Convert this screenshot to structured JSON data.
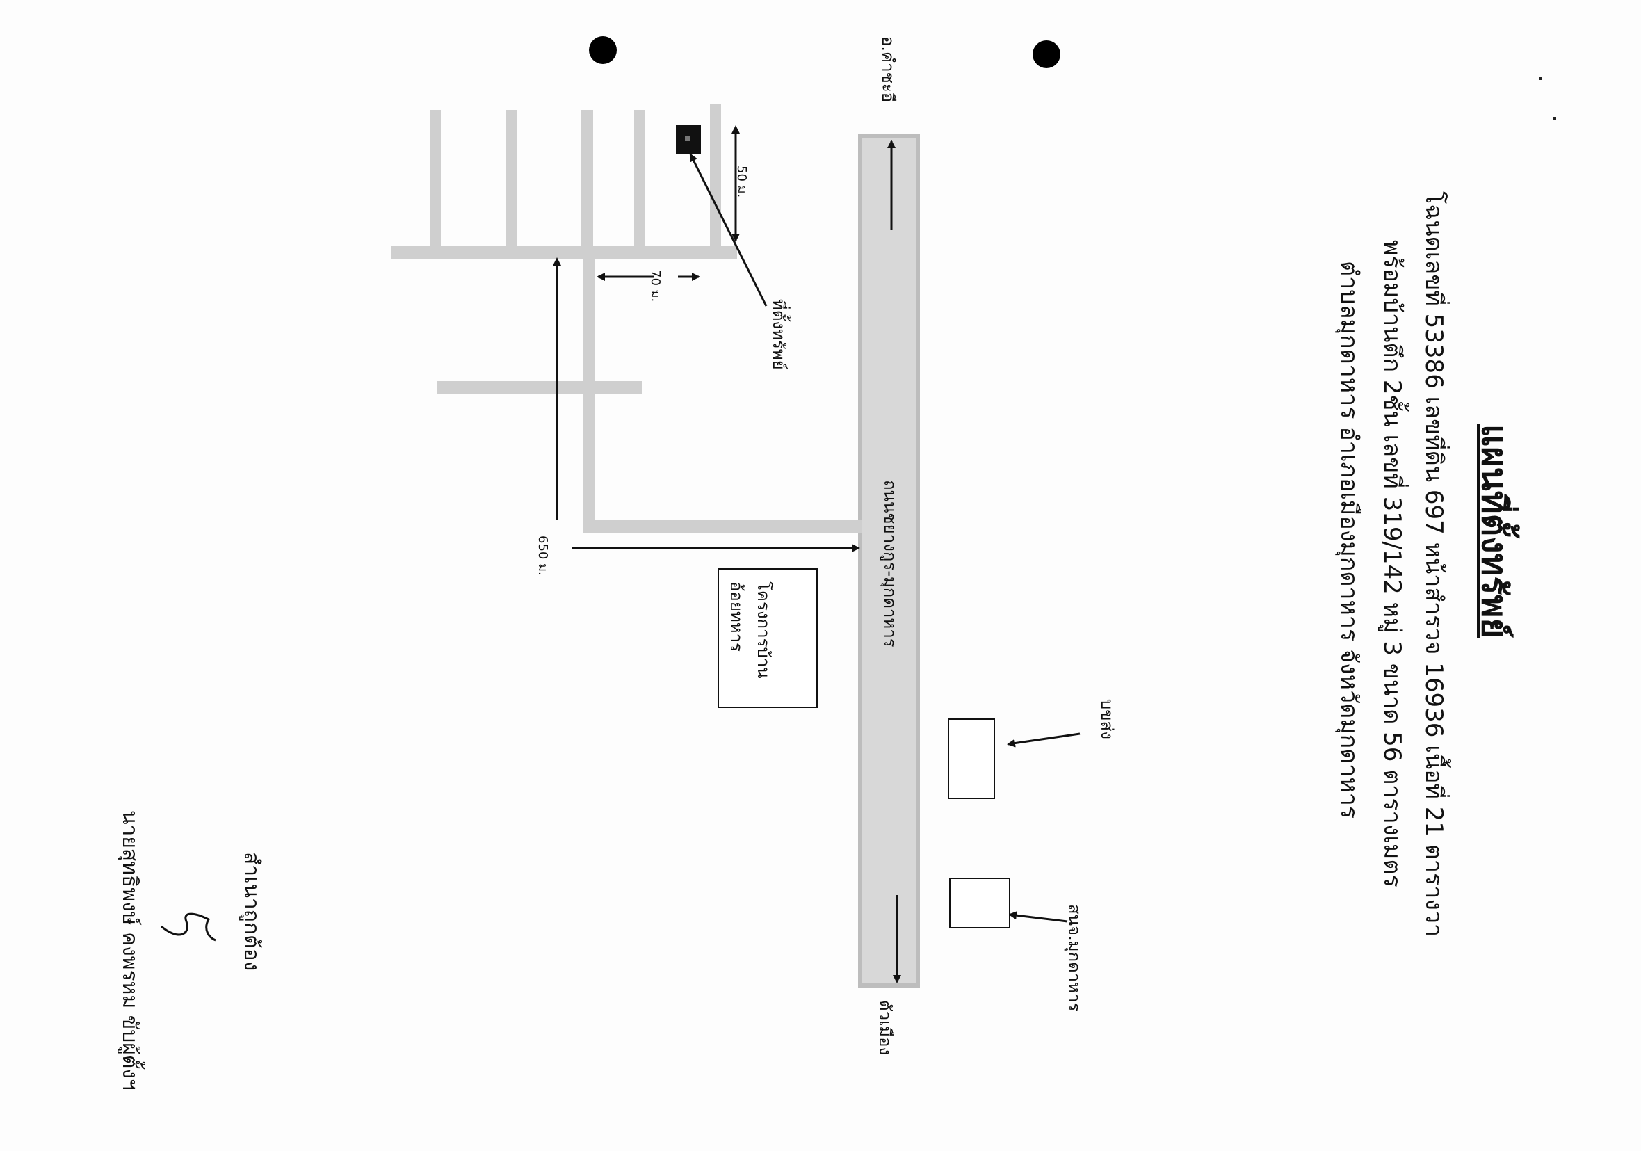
{
  "header": {
    "title": "แผนที่ตั้งทรัพย์",
    "line1": "โฉนดเลขที่ 53386  เลขที่ดิน 697  หน้าสำรวจ 16936 เนื้อที่ 21 ตารางวา",
    "line2": "พร้อมบ้านตึก 2ชั้น เลขที่ 319/142 หมู่ 3 ขนาด 56 ตารางเมตร",
    "line3": "ตำบลมุกดาหาร  อำเภอเมืองมุกดาหาร  จังหวัดมุกดาหาร"
  },
  "map": {
    "direction_top": "อ.คำชะอี",
    "direction_bottom": "ตัวเมือง",
    "main_road": "ถนนชยางกูร-มุกดาหาร",
    "property_label": "ที่ตั้งทรัพย์",
    "project_label": "โครงการบ้านอ้อยทหาร",
    "transport_label": "บขส่ง",
    "hospital_label": "สนจ.มุกดาหาร",
    "dist_650": "650 ม.",
    "dist_70": "70 ม.",
    "dist_50": "50 ม."
  },
  "certification": {
    "title": "สำเนาถูกต้อง",
    "name": "นายสุทธิพงษ์  คงพรหม  ขับผู้ตั้งฯ"
  },
  "colors": {
    "road": "#cfcfcf",
    "ink": "#111111"
  }
}
